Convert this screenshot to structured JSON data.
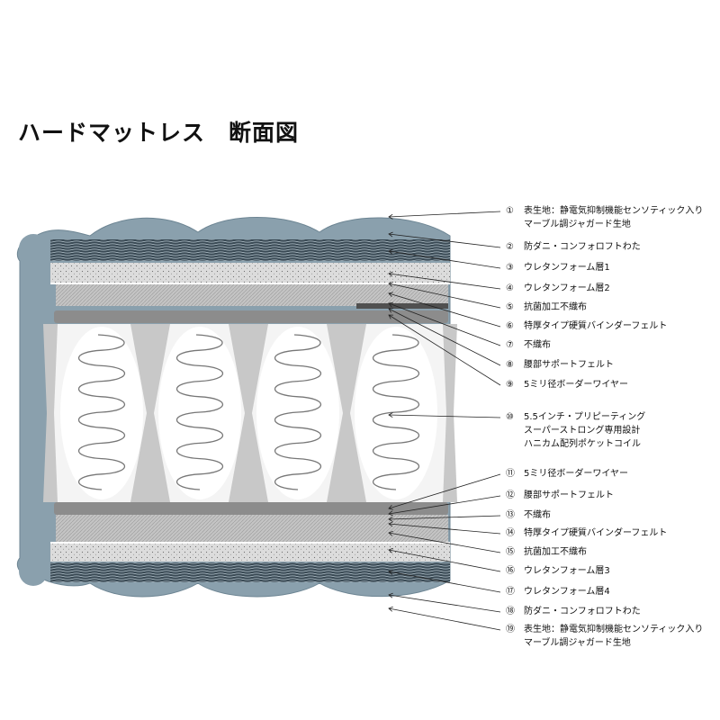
{
  "title": "ハードマットレス　断面図",
  "colors": {
    "cover": "#8aa0ad",
    "cover_dark": "#5c7483",
    "foam": "#d4d4d4",
    "foam_dark": "#9a9a9a",
    "felt": "#8c8c8c",
    "spring_bg": "#f4f4f4",
    "pocket": "#c8c8c8"
  },
  "labels": [
    {
      "num": "①",
      "lines": [
        "表生地：静電気抑制機能センソティック入り",
        "マーブル調ジャガード生地"
      ]
    },
    {
      "num": "②",
      "lines": [
        "防ダニ・コンフォロフトわた"
      ]
    },
    {
      "num": "③",
      "lines": [
        "ウレタンフォーム層1"
      ]
    },
    {
      "num": "④",
      "lines": [
        "ウレタンフォーム層2"
      ]
    },
    {
      "num": "⑤",
      "lines": [
        "抗菌加工不織布"
      ]
    },
    {
      "num": "⑥",
      "lines": [
        "特厚タイプ硬質バインダーフェルト"
      ]
    },
    {
      "num": "⑦",
      "lines": [
        "不織布"
      ]
    },
    {
      "num": "⑧",
      "lines": [
        "腰部サポートフェルト"
      ]
    },
    {
      "num": "⑨",
      "lines": [
        "5ミリ径ボーダーワイヤー"
      ]
    },
    {
      "num": "⑩",
      "lines": [
        "5.5インチ・プリピーティング",
        "スーパーストロング専用設計",
        "ハニカム配列ポケットコイル"
      ]
    },
    {
      "num": "⑪",
      "lines": [
        "5ミリ径ボーダーワイヤー"
      ]
    },
    {
      "num": "⑫",
      "lines": [
        "腰部サポートフェルト"
      ]
    },
    {
      "num": "⑬",
      "lines": [
        "不織布"
      ]
    },
    {
      "num": "⑭",
      "lines": [
        "特厚タイプ硬質バインダーフェルト"
      ]
    },
    {
      "num": "⑮",
      "lines": [
        "抗菌加工不織布"
      ]
    },
    {
      "num": "⑯",
      "lines": [
        "ウレタンフォーム層3"
      ]
    },
    {
      "num": "⑰",
      "lines": [
        "ウレタンフォーム層4"
      ]
    },
    {
      "num": "⑱",
      "lines": [
        "防ダニ・コンフォロフトわた"
      ]
    },
    {
      "num": "⑲",
      "lines": [
        "表生地：静電気抑制機能センソティック入り",
        "マーブル調ジャガード生地"
      ]
    }
  ]
}
